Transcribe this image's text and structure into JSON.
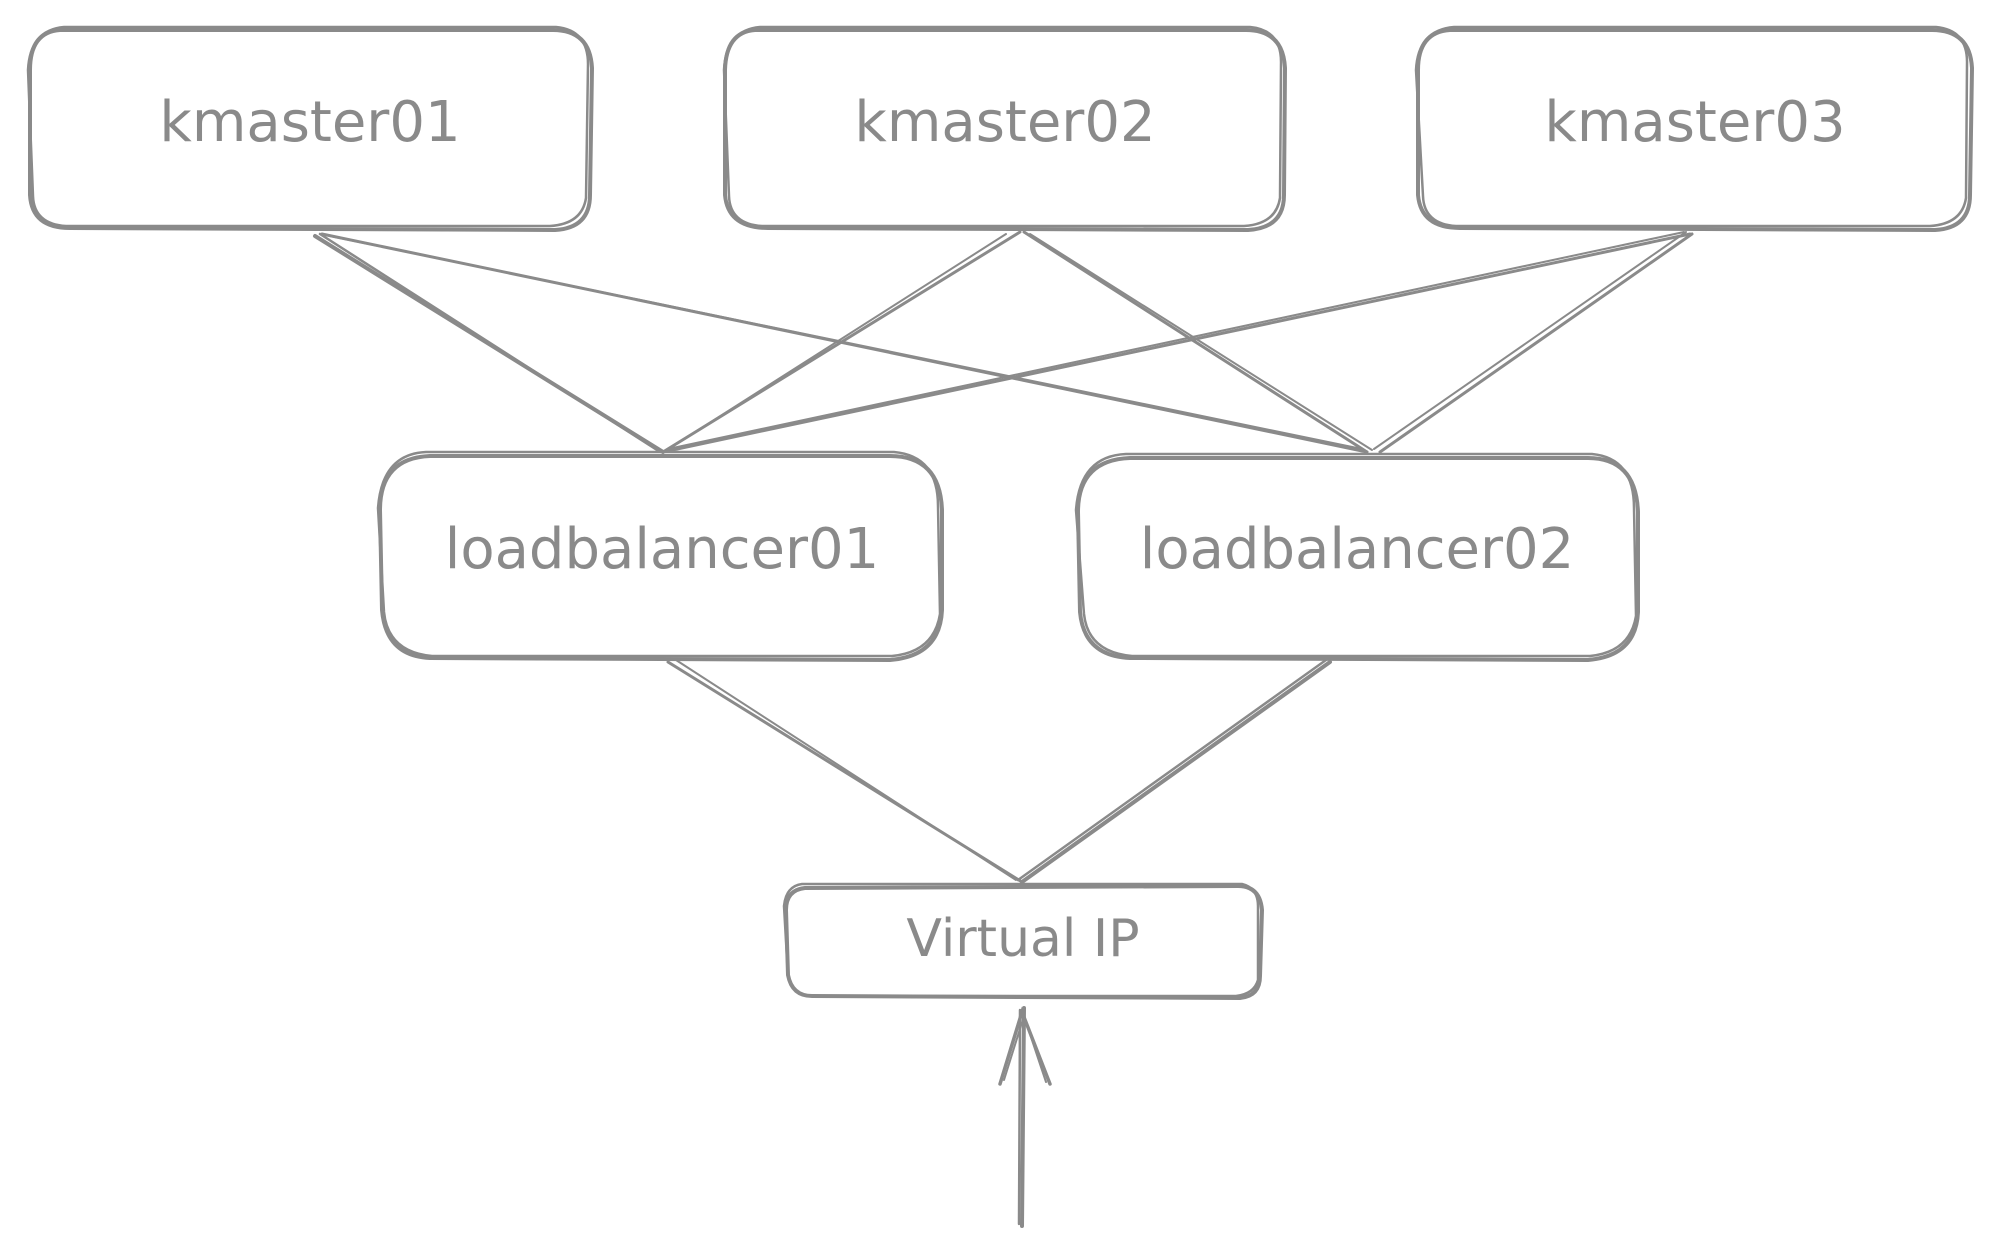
{
  "diagram": {
    "nodes": {
      "kmaster01": {
        "label": "kmaster01"
      },
      "kmaster02": {
        "label": "kmaster02"
      },
      "kmaster03": {
        "label": "kmaster03"
      },
      "loadbalancer01": {
        "label": "loadbalancer01"
      },
      "loadbalancer02": {
        "label": "loadbalancer02"
      },
      "virtual_ip": {
        "label": "Virtual IP"
      }
    },
    "edges": [
      {
        "from": "loadbalancer01",
        "to": "kmaster01"
      },
      {
        "from": "loadbalancer01",
        "to": "kmaster02"
      },
      {
        "from": "loadbalancer01",
        "to": "kmaster03"
      },
      {
        "from": "loadbalancer02",
        "to": "kmaster01"
      },
      {
        "from": "loadbalancer02",
        "to": "kmaster02"
      },
      {
        "from": "loadbalancer02",
        "to": "kmaster03"
      },
      {
        "from": "virtual_ip",
        "to": "loadbalancer01"
      },
      {
        "from": "virtual_ip",
        "to": "loadbalancer02"
      }
    ],
    "incoming_arrow": {
      "to": "virtual_ip"
    },
    "colors": {
      "stroke": "#8a8a8a",
      "text": "#8a8a8a",
      "background": "#ffffff"
    }
  }
}
